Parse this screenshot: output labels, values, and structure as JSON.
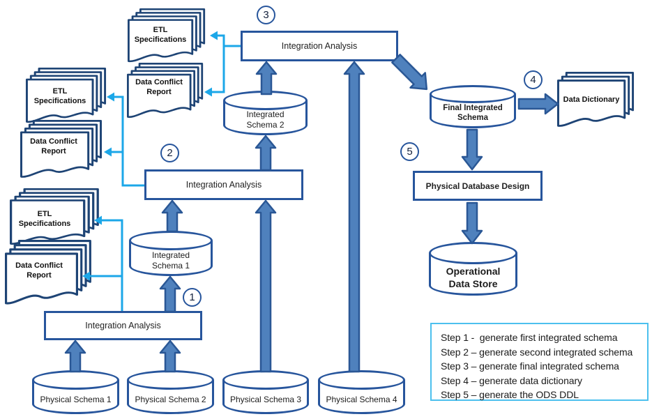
{
  "colors": {
    "navy": "#27559C",
    "docNavy": "#1E4475",
    "arrowFill": "#4F81BD",
    "arrowStroke": "#2A5795",
    "cyan": "#1CA7E8",
    "legendBorder": "#4CC0EE",
    "ink": "#1B1B1B"
  },
  "nodes": {
    "circle_1": "1",
    "circle_2": "2",
    "circle_3": "3",
    "circle_4": "4",
    "circle_5": "5",
    "integration_analysis": "Integration Analysis",
    "physical_database_design": "Physical Database Design",
    "physical_schema_1": "Physical Schema 1",
    "physical_schema_2": "Physical Schema 2",
    "physical_schema_3": "Physical Schema 3",
    "physical_schema_4": "Physical Schema 4",
    "integrated_schema_1": "Integrated Schema 1",
    "integrated_schema_2": "Integrated Schema 2",
    "final_integrated_schema": "Final Integrated Schema",
    "operational_data_store": "Operational Data Store",
    "etl_specifications": "ETL Specifications",
    "data_conflict_report": "Data Conflict Report",
    "data_dictionary": "Data Dictionary"
  },
  "legend": {
    "lines": [
      "Step 1 -  generate first integrated schema",
      "Step 2 – generate second integrated schema",
      "Step 3 – generate final integrated schema",
      "Step 4 – generate data dictionary",
      "Step 5 – generate the ODS DDL"
    ]
  }
}
